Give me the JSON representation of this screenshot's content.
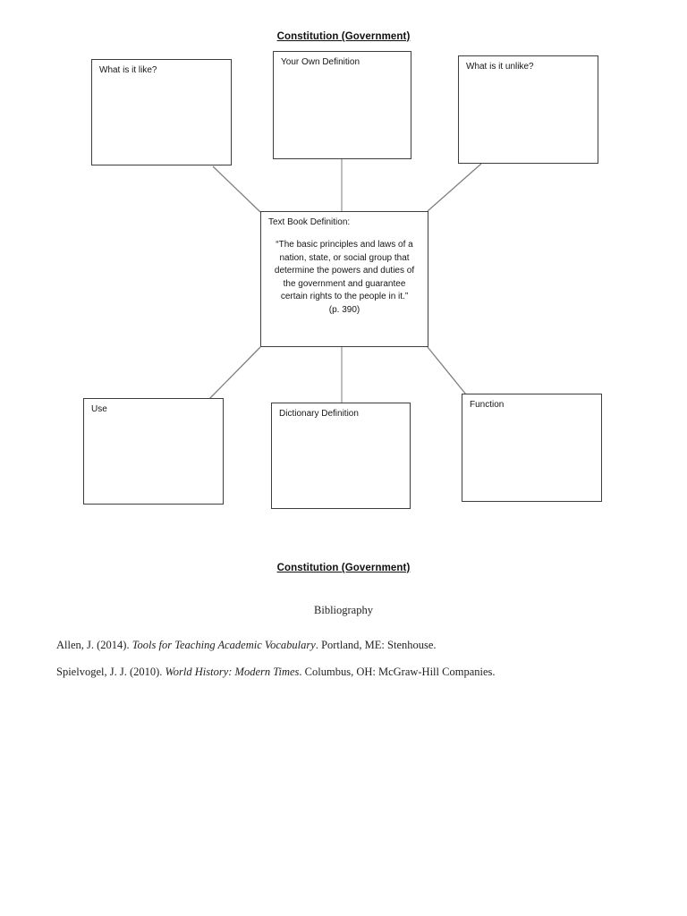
{
  "page": {
    "title_top": "Constitution (Government)",
    "title_bottom": "Constitution (Government)"
  },
  "diagram": {
    "boxes": {
      "what_like": {
        "label": "What is it like?"
      },
      "own_definition": {
        "label": "Your Own Definition"
      },
      "what_unlike": {
        "label": "What is it unlike?"
      },
      "textbook": {
        "label": "Text Book Definition:",
        "quote_lines": [
          "“The basic principles and laws of a",
          "nation, state, or social group that",
          "determine the powers and duties of",
          "the government and guarantee",
          "certain rights to the people in it.”"
        ],
        "page_ref": "(p. 390)"
      },
      "use": {
        "label": "Use"
      },
      "dictionary": {
        "label": "Dictionary Definition"
      },
      "function": {
        "label": "Function"
      }
    }
  },
  "bibliography": {
    "heading": "Bibliography",
    "entries": [
      {
        "pre": "Allen, J. (2014). ",
        "title": "Tools for Teaching Academic Vocabulary",
        "post": ". Portland, ME: Stenhouse."
      },
      {
        "pre": "Spielvogel, J. J. (2010). ",
        "title": "World History: Modern Times",
        "post": ". Columbus, OH: McGraw-Hill Companies."
      }
    ]
  },
  "colors": {
    "background": "#ffffff",
    "box_border": "#3d3d3d",
    "connector_diagonal": "#7f7f7f",
    "connector_vertical": "#adadad",
    "text": "#161616"
  }
}
